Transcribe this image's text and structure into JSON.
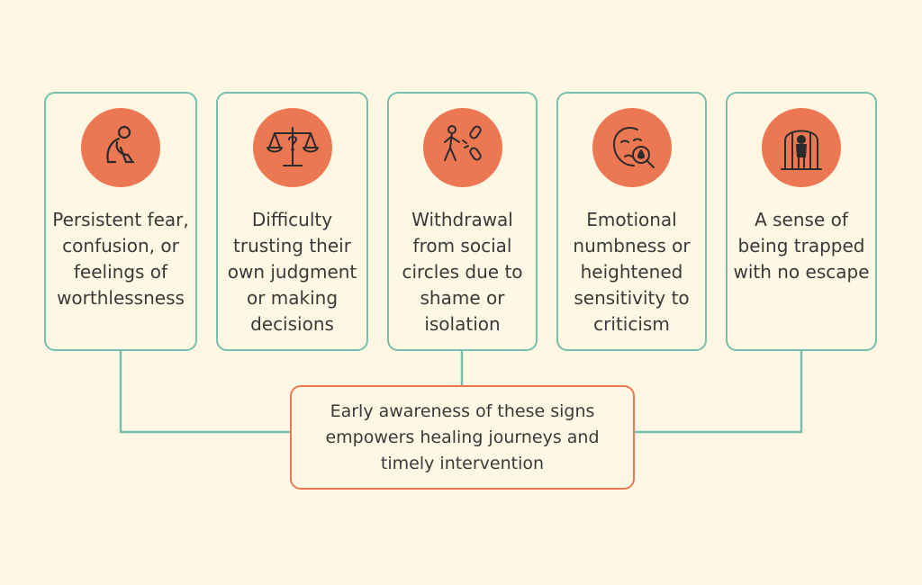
{
  "colors": {
    "background": "#fdf7e3",
    "card_border": "#78bfae",
    "accent": "#ec7853",
    "text": "#3a3a3a",
    "icon_stroke": "#2b2b2b"
  },
  "cards": [
    {
      "icon": "sitting-person-icon",
      "text": "Persistent fear, confusion, or feelings of worthlessness"
    },
    {
      "icon": "scales-question-icon",
      "text": "Difficulty trusting their own judgment or making decisions"
    },
    {
      "icon": "walking-away-broken-chain-icon",
      "text": "Withdrawal from social circles due to shame or isolation"
    },
    {
      "icon": "face-tear-magnifier-icon",
      "text": "Emotional numbness or heightened sensitivity to criticism"
    },
    {
      "icon": "person-in-cage-icon",
      "text": "A sense of being trapped with no escape"
    }
  ],
  "summary": {
    "text": "Early awareness of these signs empowers healing journeys and timely intervention"
  }
}
